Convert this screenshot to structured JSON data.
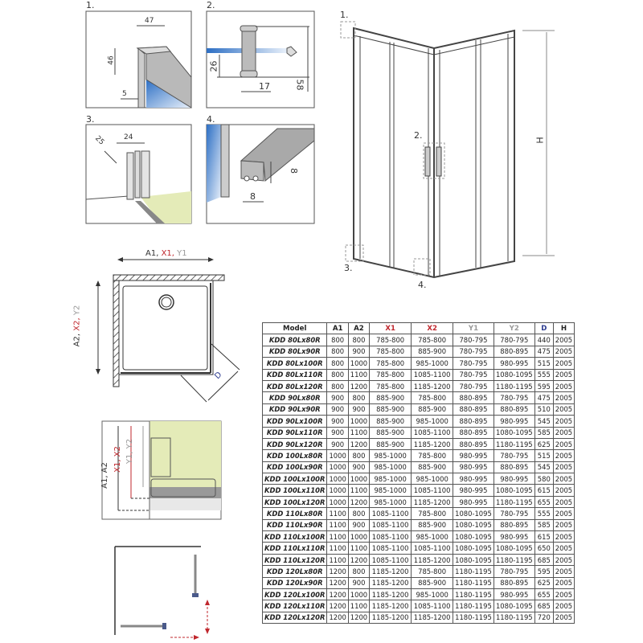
{
  "details": {
    "d1": {
      "num": "1.",
      "w": "47",
      "h": "46",
      "gap": "5"
    },
    "d2": {
      "num": "2.",
      "a": "26",
      "b": "17",
      "c": "58"
    },
    "d3": {
      "num": "3.",
      "a": "25",
      "b": "24"
    },
    "d4": {
      "num": "4.",
      "a": "8",
      "b": "8"
    }
  },
  "main_view": {
    "callout1": "1.",
    "callout2": "2.",
    "callout3": "3.",
    "callout4": "4.",
    "height_label": "H"
  },
  "plan": {
    "top_a": "A1,",
    "top_x": "X1,",
    "top_y": "Y1",
    "side_a": "A2,",
    "side_x": "X2,",
    "side_y": "Y2",
    "diag": "D"
  },
  "section": {
    "a": "A1, A2",
    "x": "X1, X2",
    "y": "Y1, Y2"
  },
  "colors": {
    "red": "#c0272d",
    "grey": "#999999",
    "blue": "#2b3a8f",
    "glass": "#3a7fd0",
    "floor": "#e4ebb8"
  },
  "table": {
    "headers": [
      "Model",
      "A1",
      "A2",
      "X1",
      "X2",
      "Y1",
      "Y2",
      "D",
      "H"
    ],
    "rows": [
      [
        "KDD 80Lx80R",
        "800",
        "800",
        "785-800",
        "785-800",
        "780-795",
        "780-795",
        "440",
        "2005"
      ],
      [
        "KDD 80Lx90R",
        "800",
        "900",
        "785-800",
        "885-900",
        "780-795",
        "880-895",
        "475",
        "2005"
      ],
      [
        "KDD 80Lx100R",
        "800",
        "1000",
        "785-800",
        "985-1000",
        "780-795",
        "980-995",
        "515",
        "2005"
      ],
      [
        "KDD 80Lx110R",
        "800",
        "1100",
        "785-800",
        "1085-1100",
        "780-795",
        "1080-1095",
        "555",
        "2005"
      ],
      [
        "KDD 80Lx120R",
        "800",
        "1200",
        "785-800",
        "1185-1200",
        "780-795",
        "1180-1195",
        "595",
        "2005"
      ],
      [
        "KDD 90Lx80R",
        "900",
        "800",
        "885-900",
        "785-800",
        "880-895",
        "780-795",
        "475",
        "2005"
      ],
      [
        "KDD 90Lx90R",
        "900",
        "900",
        "885-900",
        "885-900",
        "880-895",
        "880-895",
        "510",
        "2005"
      ],
      [
        "KDD 90Lx100R",
        "900",
        "1000",
        "885-900",
        "985-1000",
        "880-895",
        "980-995",
        "545",
        "2005"
      ],
      [
        "KDD 90Lx110R",
        "900",
        "1100",
        "885-900",
        "1085-1100",
        "880-895",
        "1080-1095",
        "585",
        "2005"
      ],
      [
        "KDD 90Lx120R",
        "900",
        "1200",
        "885-900",
        "1185-1200",
        "880-895",
        "1180-1195",
        "625",
        "2005"
      ],
      [
        "KDD 100Lx80R",
        "1000",
        "800",
        "985-1000",
        "785-800",
        "980-995",
        "780-795",
        "515",
        "2005"
      ],
      [
        "KDD 100Lx90R",
        "1000",
        "900",
        "985-1000",
        "885-900",
        "980-995",
        "880-895",
        "545",
        "2005"
      ],
      [
        "KDD 100Lx100R",
        "1000",
        "1000",
        "985-1000",
        "985-1000",
        "980-995",
        "980-995",
        "580",
        "2005"
      ],
      [
        "KDD 100Lx110R",
        "1000",
        "1100",
        "985-1000",
        "1085-1100",
        "980-995",
        "1080-1095",
        "615",
        "2005"
      ],
      [
        "KDD 100Lx120R",
        "1000",
        "1200",
        "985-1000",
        "1185-1200",
        "980-995",
        "1180-1195",
        "655",
        "2005"
      ],
      [
        "KDD 110Lx80R",
        "1100",
        "800",
        "1085-1100",
        "785-800",
        "1080-1095",
        "780-795",
        "555",
        "2005"
      ],
      [
        "KDD 110Lx90R",
        "1100",
        "900",
        "1085-1100",
        "885-900",
        "1080-1095",
        "880-895",
        "585",
        "2005"
      ],
      [
        "KDD 110Lx100R",
        "1100",
        "1000",
        "1085-1100",
        "985-1000",
        "1080-1095",
        "980-995",
        "615",
        "2005"
      ],
      [
        "KDD 110Lx110R",
        "1100",
        "1100",
        "1085-1100",
        "1085-1100",
        "1080-1095",
        "1080-1095",
        "650",
        "2005"
      ],
      [
        "KDD 110Lx120R",
        "1100",
        "1200",
        "1085-1100",
        "1185-1200",
        "1080-1095",
        "1180-1195",
        "685",
        "2005"
      ],
      [
        "KDD 120Lx80R",
        "1200",
        "800",
        "1185-1200",
        "785-800",
        "1180-1195",
        "780-795",
        "595",
        "2005"
      ],
      [
        "KDD 120Lx90R",
        "1200",
        "900",
        "1185-1200",
        "885-900",
        "1180-1195",
        "880-895",
        "625",
        "2005"
      ],
      [
        "KDD 120Lx100R",
        "1200",
        "1000",
        "1185-1200",
        "985-1000",
        "1180-1195",
        "980-995",
        "655",
        "2005"
      ],
      [
        "KDD 120Lx110R",
        "1200",
        "1100",
        "1185-1200",
        "1085-1100",
        "1180-1195",
        "1080-1095",
        "685",
        "2005"
      ],
      [
        "KDD 120Lx120R",
        "1200",
        "1200",
        "1185-1200",
        "1185-1200",
        "1180-1195",
        "1180-1195",
        "720",
        "2005"
      ]
    ]
  }
}
